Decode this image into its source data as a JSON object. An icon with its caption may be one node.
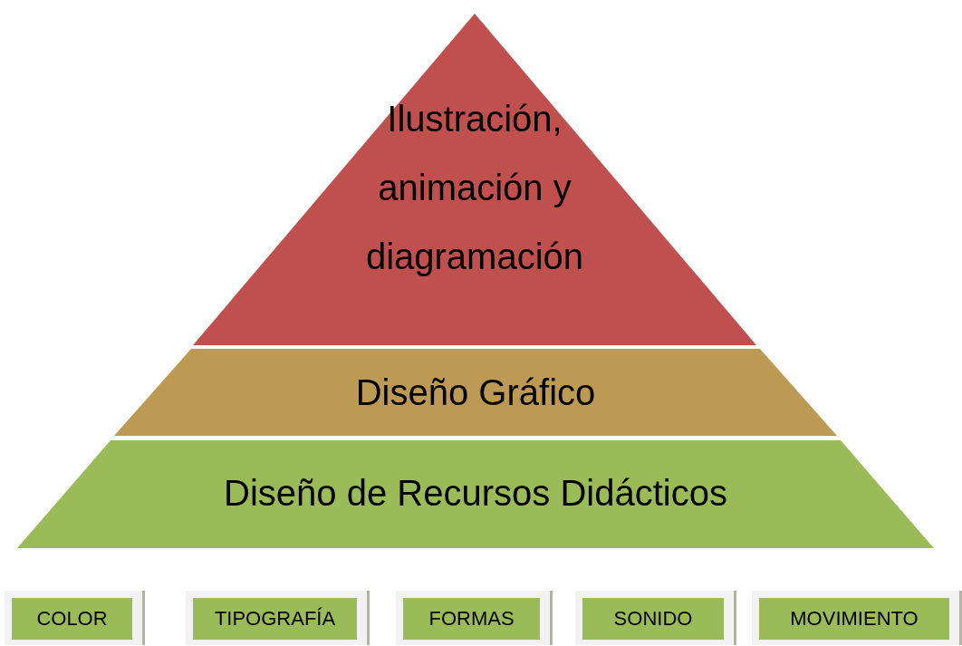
{
  "diagram": {
    "nodes": [
      {
        "text": [
          "Ilustración, animación y diagramación"
        ]
      },
      {
        "text": [
          "Diseño Gráfico"
        ]
      },
      {
        "text": [
          "Diseño de Recursos Didácticos"
        ]
      },
      {
        "text": [
          "COLOR"
        ]
      },
      {
        "text": [
          "TIPOGRAFÍA"
        ]
      },
      {
        "text": [
          "FORMAS"
        ]
      },
      {
        "text": [
          "SONIDO"
        ]
      },
      {
        "text": [
          "MOVIMIENTO"
        ]
      }
    ],
    "edges": []
  }
}
